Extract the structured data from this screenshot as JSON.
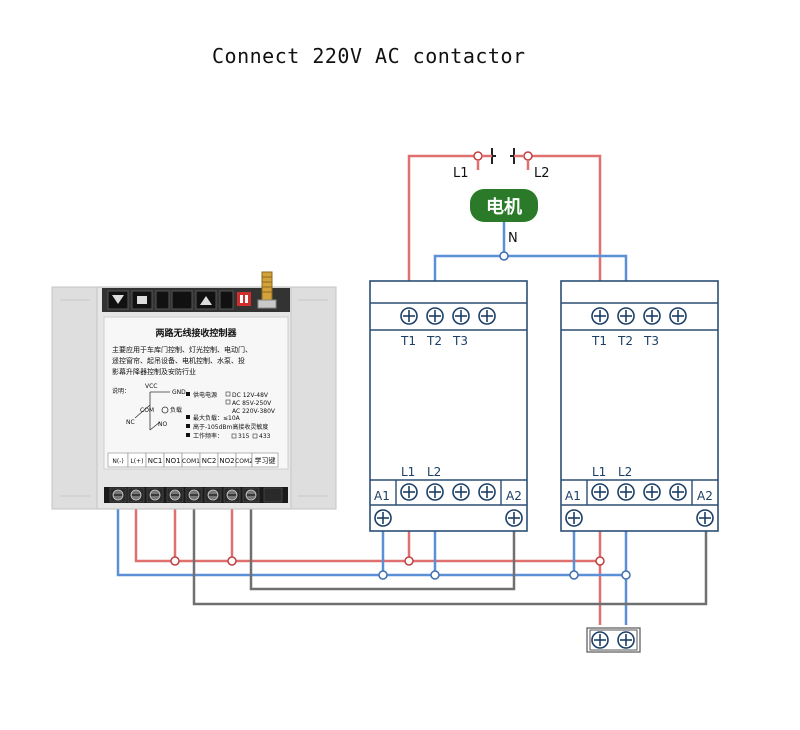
{
  "title": "Connect 220V AC contactor",
  "motor": {
    "label": "电机",
    "phase1": "L1",
    "phase2": "L2",
    "neutral": "N"
  },
  "contactor": {
    "terminals_top": [
      "T1",
      "T2",
      "T3"
    ],
    "terminals_bottom": [
      "L1",
      "L2"
    ],
    "coil_a1": "A1",
    "coil_a2": "A2"
  },
  "receiver": {
    "title": "两路无线接收控制器",
    "description": [
      "主要应用于车库门控制、灯光控制、电动门、",
      "遥控窗帘、起吊设备、电机控制、水泵、投",
      "影幕升降器控制及安防行业"
    ],
    "legend_label": "说明：",
    "schematic": {
      "vcc": "VCC",
      "gnd": "GND",
      "com": "COM",
      "nc": "NC",
      "no": "NO",
      "load": "负载"
    },
    "specs": [
      "供电电源",
      "DC 12V-48V",
      "AC 85V-250V",
      "AC 220V-380V",
      "最大负载：≤10A",
      "高于-105dBm高接收灵敏度",
      "工作频率：",
      "315",
      "433"
    ],
    "terminals": [
      "N(-)",
      "L(+)",
      "NC1",
      "NO1",
      "COM1",
      "NC2",
      "NO2",
      "COM2",
      "学习键"
    ]
  },
  "colors": {
    "red": "#e07070",
    "blue": "#5b8fd6",
    "gray": "#707070",
    "outline": "#2b4f74"
  }
}
